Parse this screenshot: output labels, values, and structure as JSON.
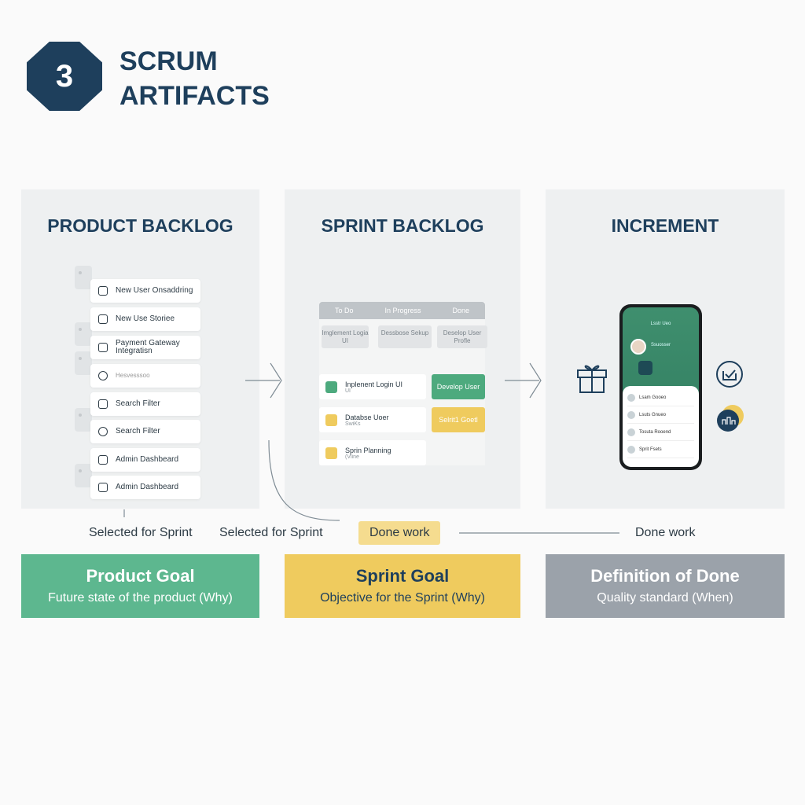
{
  "header": {
    "number": "3",
    "title_line1": "SCRUM",
    "title_line2": "ARTIFACTS"
  },
  "panels": {
    "product_backlog": {
      "title": "PRODUCT BACKLOG",
      "items": [
        "New User Onsaddring",
        "New Use Storiee",
        "Payment Gateway Integratisn",
        "Hesvesssoo",
        "Search Filter",
        "Search Filter",
        "Admin Dashbeard",
        "Admin Dashbeard"
      ]
    },
    "sprint_backlog": {
      "title": "SPRINT BACKLOG",
      "columns": [
        "To Do",
        "In Progress",
        "Done"
      ],
      "top_cards": [
        "Imglement Logia UI",
        "Dessbose Sekup",
        "Deselop User Profle"
      ],
      "cards": [
        {
          "title": "Inplenent Login UI",
          "sub": "UI"
        },
        {
          "title": "Databse Uoer",
          "sub": "SwiKs"
        },
        {
          "title": "Sprin Planning",
          "sub": "(Vline"
        }
      ],
      "done_cards": [
        "Develop User",
        "Selrit1 Goetl"
      ]
    },
    "increment": {
      "title": "INCREMENT",
      "phone": {
        "header": "Lsstr Ueo",
        "profile": "Ssuosser",
        "list": [
          "Lsam Gooeo",
          "Lsuts Gnueo",
          "Tosuta Rooend",
          "Sprit Fsets"
        ]
      }
    }
  },
  "flow_labels": [
    "Selected for Sprint",
    "Selected for Sprint",
    "Done work",
    "Done work"
  ],
  "goals": [
    {
      "title": "Product Goal",
      "desc": "Future state of the product (Why)",
      "color": "#5db78f"
    },
    {
      "title": "Sprint Goal",
      "desc": "Objective for the Sprint (Why)",
      "color": "#efcb5e"
    },
    {
      "title": "Definition of Done",
      "desc": "Quality standard (When)",
      "color": "#9ba2aa"
    }
  ]
}
